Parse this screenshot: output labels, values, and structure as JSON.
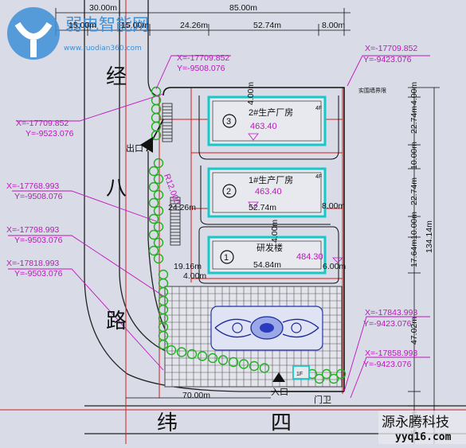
{
  "watermark": {
    "site_name": "弱电智能网",
    "site_url": "www.ruodian360.com",
    "corner_name": "源永腾科技",
    "corner_url": "yyq16.com"
  },
  "roads": {
    "jing8": [
      "经",
      "八",
      "路"
    ],
    "wei4": [
      "纬",
      "四"
    ]
  },
  "dimensions": {
    "total_width": "85.00m",
    "left_width": "30.00m",
    "left_a": "15.00m",
    "left_b": "15.00m",
    "plant3_offset": "24.26m",
    "plant3_len": "52.74m",
    "right_margin_top": "8.00m",
    "plant2_offset": "24.26m",
    "plant2_len": "52.74m",
    "right_margin_mid": "8.00m",
    "rd_offset": "19.16m",
    "rd_small": "4.00m",
    "rd_len": "54.84m",
    "rd_right": "6.00m",
    "bottom_width": "70.00m",
    "gap_top": "4.00m",
    "gap_mid": "4.00m",
    "radius": "R12.000",
    "right_dims": [
      "4.00m",
      "22.74m",
      "10.00m",
      "22.74m",
      "10.00m",
      "17.64m",
      "47.02m",
      "5.00m"
    ],
    "right_total": "134.14m"
  },
  "coordinates": [
    {
      "x": "X=-17709.852",
      "y": "Y=-9508.076"
    },
    {
      "x": "X=-17709.852",
      "y": "Y=-9423.076"
    },
    {
      "x": "X=-17709.852",
      "y": "Y=-9523.076"
    },
    {
      "x": "X=-17768.993",
      "y": "Y=-9508.076"
    },
    {
      "x": "X=-17798.993",
      "y": "Y=-9503.076"
    },
    {
      "x": "X=-17818.993",
      "y": "Y=-9503.076"
    },
    {
      "x": "X=-17843.993",
      "y": "Y=-9423.076"
    },
    {
      "x": "X=-17858.993",
      "y": "Y=-9423.076"
    }
  ],
  "buildings": [
    {
      "num": "3",
      "name": "2#生产厂房",
      "elev": "463.40",
      "floors": "4F"
    },
    {
      "num": "2",
      "name": "1#生产厂房",
      "elev": "463.40",
      "floors": "4F"
    },
    {
      "num": "1",
      "name": "研发楼",
      "elev": "484.30",
      "floors": ""
    }
  ],
  "labels": {
    "exit": "出口",
    "entrance": "入口",
    "guard": "门卫",
    "wall": "实围墙界限",
    "guard_floors": "1F"
  }
}
